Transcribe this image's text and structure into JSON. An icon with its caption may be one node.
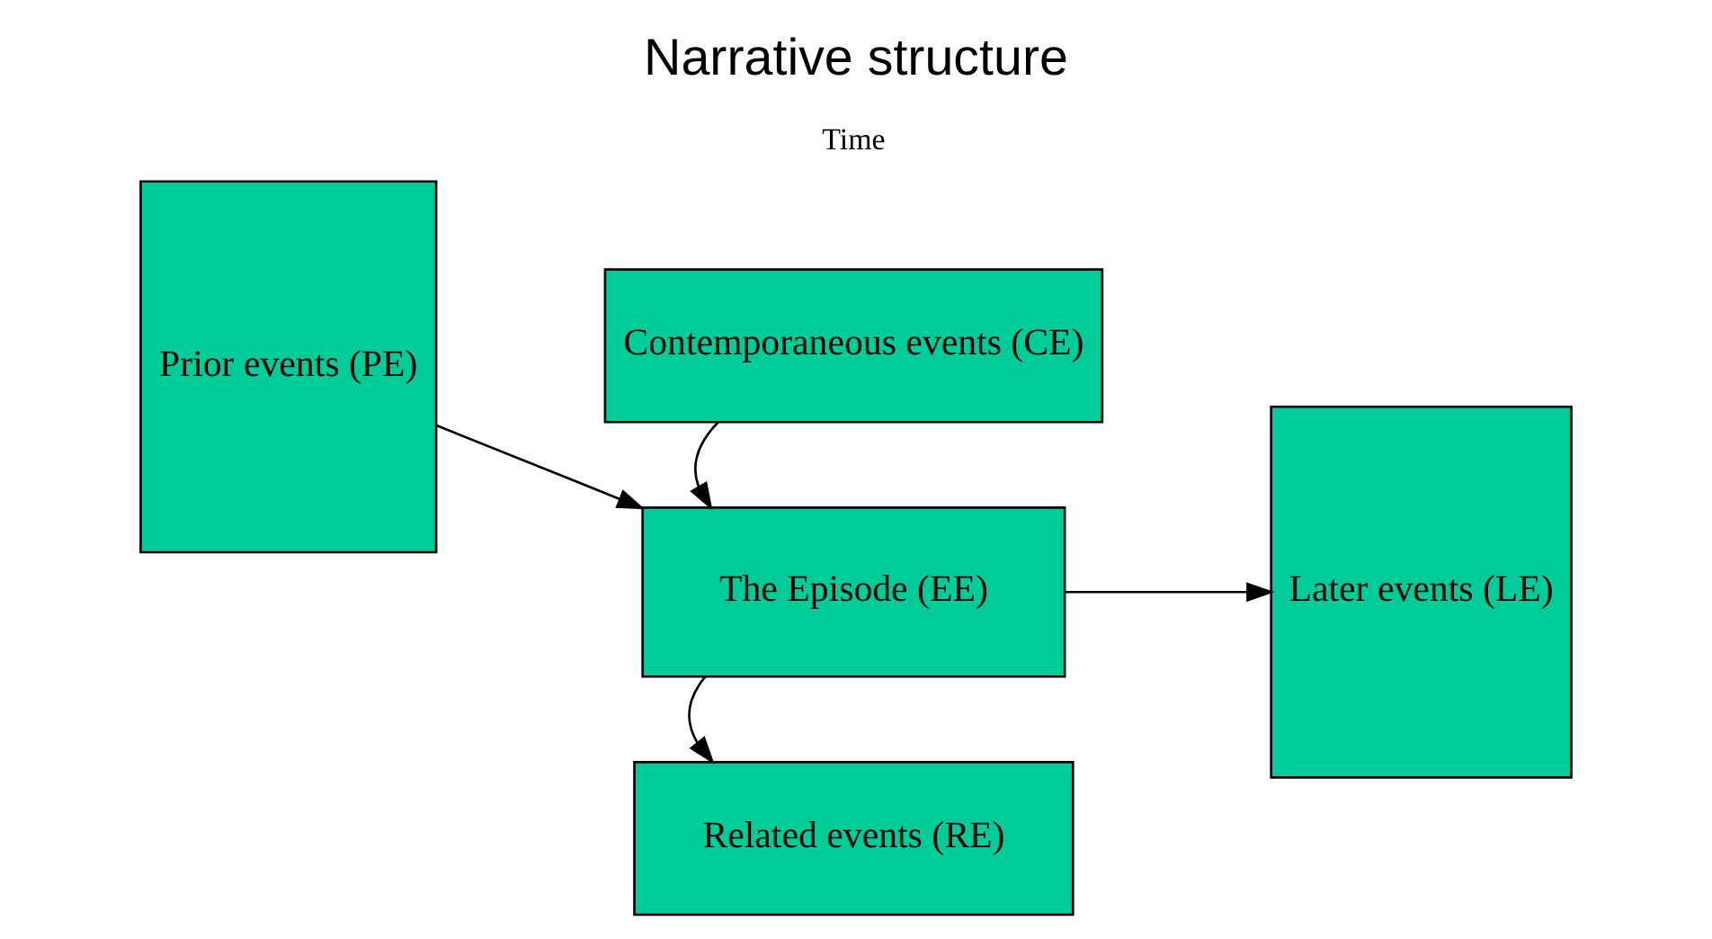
{
  "diagram": {
    "title": "Narrative structure",
    "nodes": [
      {
        "text": [
          "Prior events (PE)"
        ]
      },
      {
        "text": [
          "Contemporaneous events (CE)"
        ]
      },
      {
        "text": [
          "The Episode (EE)"
        ]
      },
      {
        "text": [
          "Related events (RE)"
        ]
      },
      {
        "text": [
          "Later events (LE)"
        ]
      }
    ],
    "edges": [
      {
        "from": 1,
        "to": 2,
        "arrow": "to"
      },
      {
        "from": 0,
        "to": 2,
        "arrow": "to"
      },
      {
        "from": 2,
        "to": 4,
        "arrow": "to"
      },
      {
        "from": 2,
        "to": 3,
        "arrow": "to"
      }
    ],
    "labels": [
      "Time"
    ]
  }
}
